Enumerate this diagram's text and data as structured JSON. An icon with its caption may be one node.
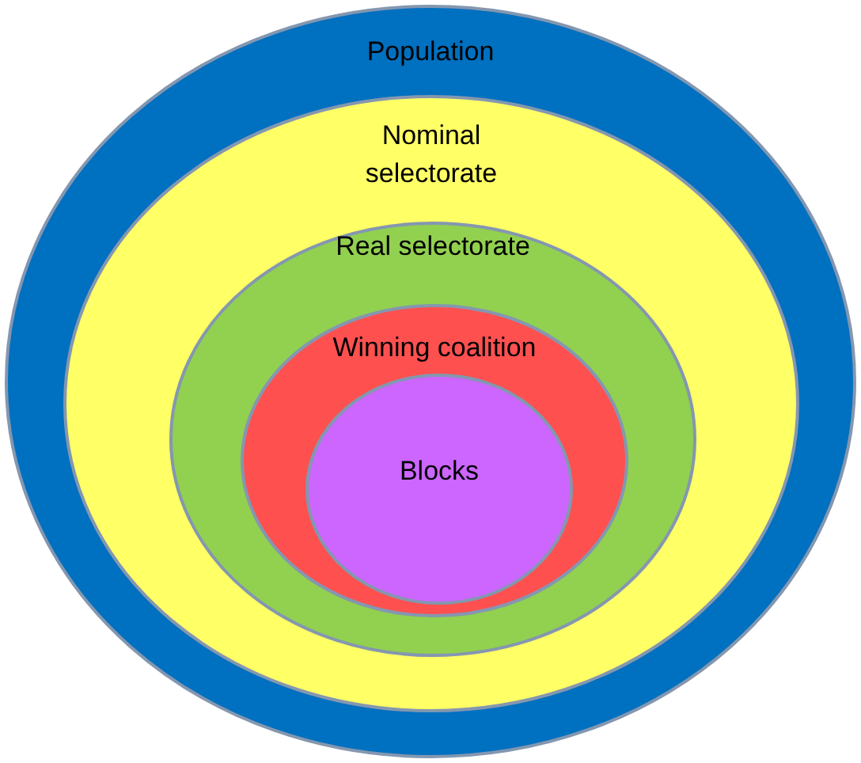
{
  "diagram": {
    "nodes": [
      {
        "text": [
          "Population"
        ]
      },
      {
        "text": [
          "Nominal selectorate"
        ],
        "in": 0
      },
      {
        "text": [
          "Real selectorate"
        ],
        "in": 1
      },
      {
        "text": [
          "Winning coalition"
        ],
        "in": 2
      },
      {
        "text": [
          "Blocks"
        ],
        "in": 3
      }
    ]
  }
}
